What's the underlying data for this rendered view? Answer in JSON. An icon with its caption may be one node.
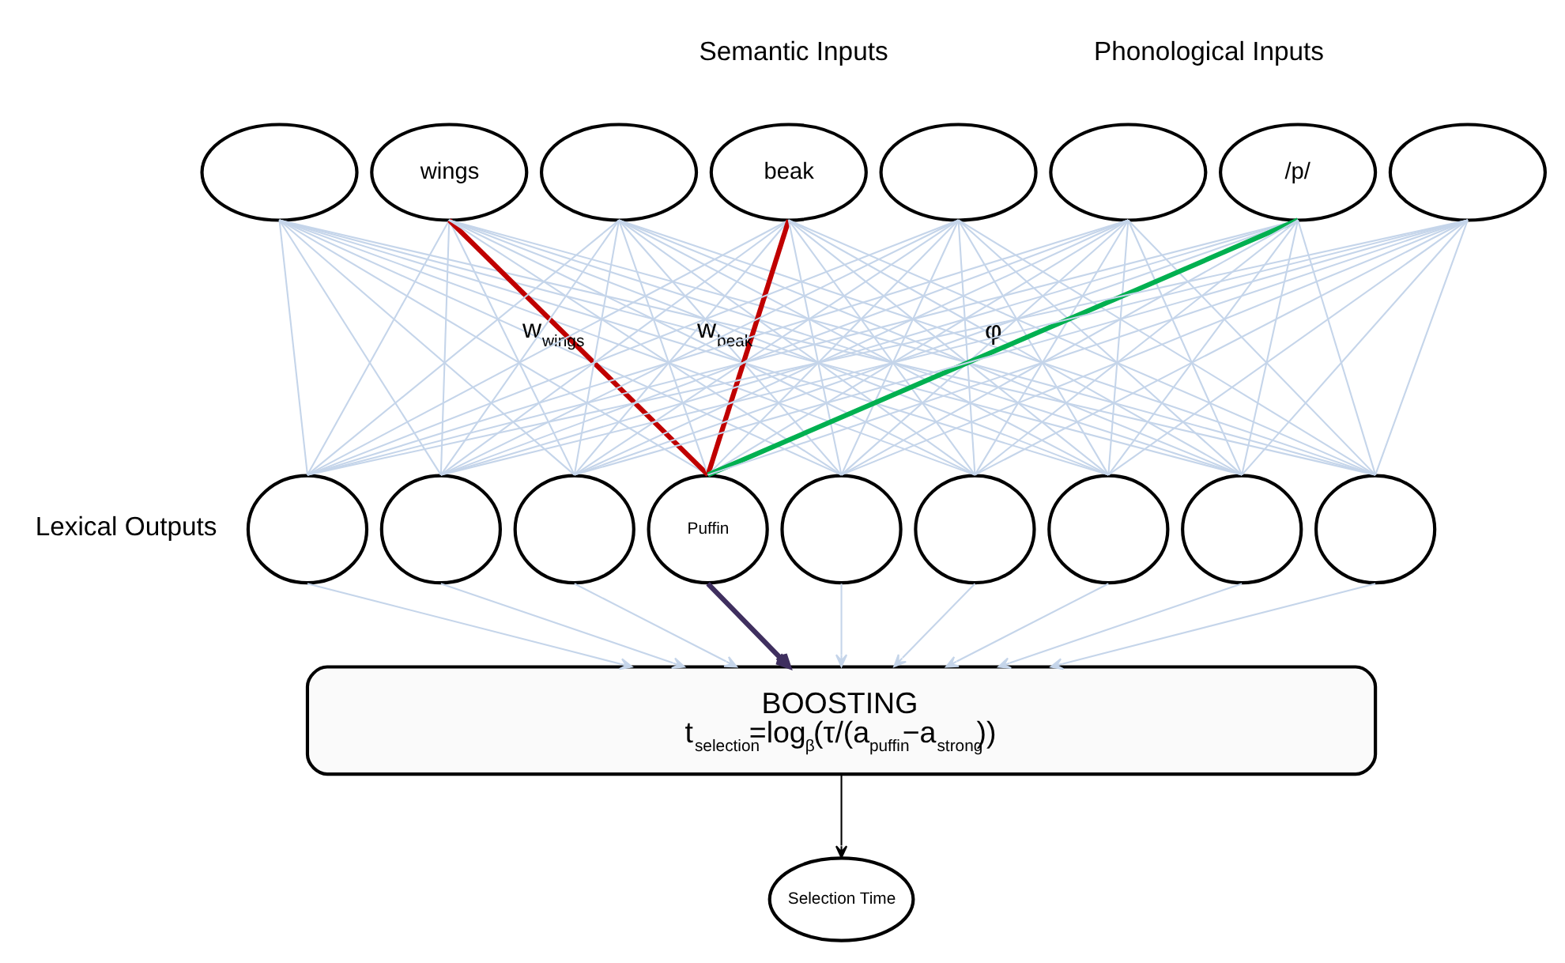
{
  "diagram": {
    "nodes": [
      {
        "text": [],
        "shape": "ellipse"
      },
      {
        "text": [
          "wings"
        ]
      },
      {
        "text": [],
        "shape": "ellipse"
      },
      {
        "text": [
          "beak"
        ]
      },
      {
        "text": [],
        "shape": "ellipse"
      },
      {
        "text": [],
        "shape": "ellipse"
      },
      {
        "text": [
          "/p/"
        ]
      },
      {
        "text": [],
        "shape": "ellipse"
      },
      {
        "text": [],
        "shape": "ellipse"
      },
      {
        "text": [],
        "shape": "ellipse"
      },
      {
        "text": [],
        "shape": "ellipse"
      },
      {
        "text": [
          "Puffin"
        ]
      },
      {
        "text": [],
        "shape": "ellipse"
      },
      {
        "text": [],
        "shape": "ellipse"
      },
      {
        "text": [],
        "shape": "ellipse"
      },
      {
        "text": [],
        "shape": "ellipse"
      },
      {
        "text": [],
        "shape": "ellipse"
      },
      {
        "text": [
          "BOOSTING",
          "t$_{selection}$=log$_{β}$(τ/(a$_{puffin}$−a$_{strong}$))"
        ]
      },
      {
        "text": [
          "Selection Time"
        ]
      }
    ],
    "edges": [
      {
        "from": 0,
        "to": 8,
        "arrow": "none"
      },
      {
        "from": 0,
        "to": 9,
        "arrow": "none"
      },
      {
        "from": 0,
        "to": 10,
        "arrow": "none"
      },
      {
        "from": 0,
        "to": 11,
        "arrow": "none"
      },
      {
        "from": 0,
        "to": 12,
        "arrow": "none"
      },
      {
        "from": 0,
        "to": 13,
        "arrow": "none"
      },
      {
        "from": 0,
        "to": 14,
        "arrow": "none"
      },
      {
        "from": 0,
        "to": 15,
        "arrow": "none"
      },
      {
        "from": 0,
        "to": 16,
        "arrow": "none"
      },
      {
        "from": 1,
        "to": 8,
        "arrow": "none"
      },
      {
        "from": 1,
        "to": 9,
        "arrow": "none"
      },
      {
        "from": 1,
        "to": 10,
        "arrow": "none"
      },
      {
        "from": 1,
        "to": 11,
        "arrow": "none",
        "label": "w$_{wings}$",
        "style": "thick",
        "color": "#c00000"
      },
      {
        "from": 1,
        "to": 12,
        "arrow": "none"
      },
      {
        "from": 1,
        "to": 13,
        "arrow": "none"
      },
      {
        "from": 1,
        "to": 14,
        "arrow": "none"
      },
      {
        "from": 1,
        "to": 15,
        "arrow": "none"
      },
      {
        "from": 1,
        "to": 16,
        "arrow": "none"
      },
      {
        "from": 2,
        "to": 8,
        "arrow": "none"
      },
      {
        "from": 2,
        "to": 9,
        "arrow": "none"
      },
      {
        "from": 2,
        "to": 10,
        "arrow": "none"
      },
      {
        "from": 2,
        "to": 11,
        "arrow": "none"
      },
      {
        "from": 2,
        "to": 12,
        "arrow": "none"
      },
      {
        "from": 2,
        "to": 13,
        "arrow": "none"
      },
      {
        "from": 2,
        "to": 14,
        "arrow": "none"
      },
      {
        "from": 2,
        "to": 15,
        "arrow": "none"
      },
      {
        "from": 2,
        "to": 16,
        "arrow": "none"
      },
      {
        "from": 3,
        "to": 8,
        "arrow": "none"
      },
      {
        "from": 3,
        "to": 9,
        "arrow": "none"
      },
      {
        "from": 3,
        "to": 10,
        "arrow": "none"
      },
      {
        "from": 3,
        "to": 11,
        "arrow": "none",
        "label": "w$_{beak}$",
        "style": "thick",
        "color": "#c00000"
      },
      {
        "from": 3,
        "to": 12,
        "arrow": "none"
      },
      {
        "from": 3,
        "to": 13,
        "arrow": "none"
      },
      {
        "from": 3,
        "to": 14,
        "arrow": "none"
      },
      {
        "from": 3,
        "to": 15,
        "arrow": "none"
      },
      {
        "from": 3,
        "to": 16,
        "arrow": "none"
      },
      {
        "from": 4,
        "to": 8,
        "arrow": "none"
      },
      {
        "from": 4,
        "to": 9,
        "arrow": "none"
      },
      {
        "from": 4,
        "to": 10,
        "arrow": "none"
      },
      {
        "from": 4,
        "to": 11,
        "arrow": "none"
      },
      {
        "from": 4,
        "to": 12,
        "arrow": "none"
      },
      {
        "from": 4,
        "to": 13,
        "arrow": "none"
      },
      {
        "from": 4,
        "to": 14,
        "arrow": "none"
      },
      {
        "from": 4,
        "to": 15,
        "arrow": "none"
      },
      {
        "from": 4,
        "to": 16,
        "arrow": "none"
      },
      {
        "from": 5,
        "to": 8,
        "arrow": "none"
      },
      {
        "from": 5,
        "to": 9,
        "arrow": "none"
      },
      {
        "from": 5,
        "to": 10,
        "arrow": "none"
      },
      {
        "from": 5,
        "to": 11,
        "arrow": "none"
      },
      {
        "from": 5,
        "to": 12,
        "arrow": "none"
      },
      {
        "from": 5,
        "to": 13,
        "arrow": "none"
      },
      {
        "from": 5,
        "to": 14,
        "arrow": "none"
      },
      {
        "from": 5,
        "to": 15,
        "arrow": "none"
      },
      {
        "from": 5,
        "to": 16,
        "arrow": "none"
      },
      {
        "from": 6,
        "to": 8,
        "arrow": "none"
      },
      {
        "from": 6,
        "to": 9,
        "arrow": "none"
      },
      {
        "from": 6,
        "to": 10,
        "arrow": "none"
      },
      {
        "from": 6,
        "to": 11,
        "arrow": "none",
        "label": "φ",
        "style": "thick",
        "color": "#00b050"
      },
      {
        "from": 6,
        "to": 12,
        "arrow": "none"
      },
      {
        "from": 6,
        "to": 13,
        "arrow": "none"
      },
      {
        "from": 6,
        "to": 14,
        "arrow": "none"
      },
      {
        "from": 6,
        "to": 15,
        "arrow": "none"
      },
      {
        "from": 6,
        "to": 16,
        "arrow": "none"
      },
      {
        "from": 7,
        "to": 8,
        "arrow": "none"
      },
      {
        "from": 7,
        "to": 9,
        "arrow": "none"
      },
      {
        "from": 7,
        "to": 10,
        "arrow": "none"
      },
      {
        "from": 7,
        "to": 11,
        "arrow": "none"
      },
      {
        "from": 7,
        "to": 12,
        "arrow": "none"
      },
      {
        "from": 7,
        "to": 13,
        "arrow": "none"
      },
      {
        "from": 7,
        "to": 14,
        "arrow": "none"
      },
      {
        "from": 7,
        "to": 15,
        "arrow": "none"
      },
      {
        "from": 7,
        "to": 16,
        "arrow": "none"
      },
      {
        "from": 8,
        "to": 17,
        "arrow": "to"
      },
      {
        "from": 9,
        "to": 17,
        "arrow": "to"
      },
      {
        "from": 10,
        "to": 17,
        "arrow": "to"
      },
      {
        "from": 11,
        "to": 17,
        "arrow": "to",
        "style": "thick",
        "color": "#3f2f5f"
      },
      {
        "from": 12,
        "to": 17,
        "arrow": "to"
      },
      {
        "from": 13,
        "to": 17,
        "arrow": "to"
      },
      {
        "from": 14,
        "to": 17,
        "arrow": "to"
      },
      {
        "from": 15,
        "to": 17,
        "arrow": "to"
      },
      {
        "from": 16,
        "to": 17,
        "arrow": "to"
      },
      {
        "from": 17,
        "to": 18,
        "arrow": "to",
        "color": "#000000"
      }
    ],
    "labels": [
      "Semantic Inputs",
      "Phonological Inputs",
      "Lexical Outputs"
    ]
  }
}
